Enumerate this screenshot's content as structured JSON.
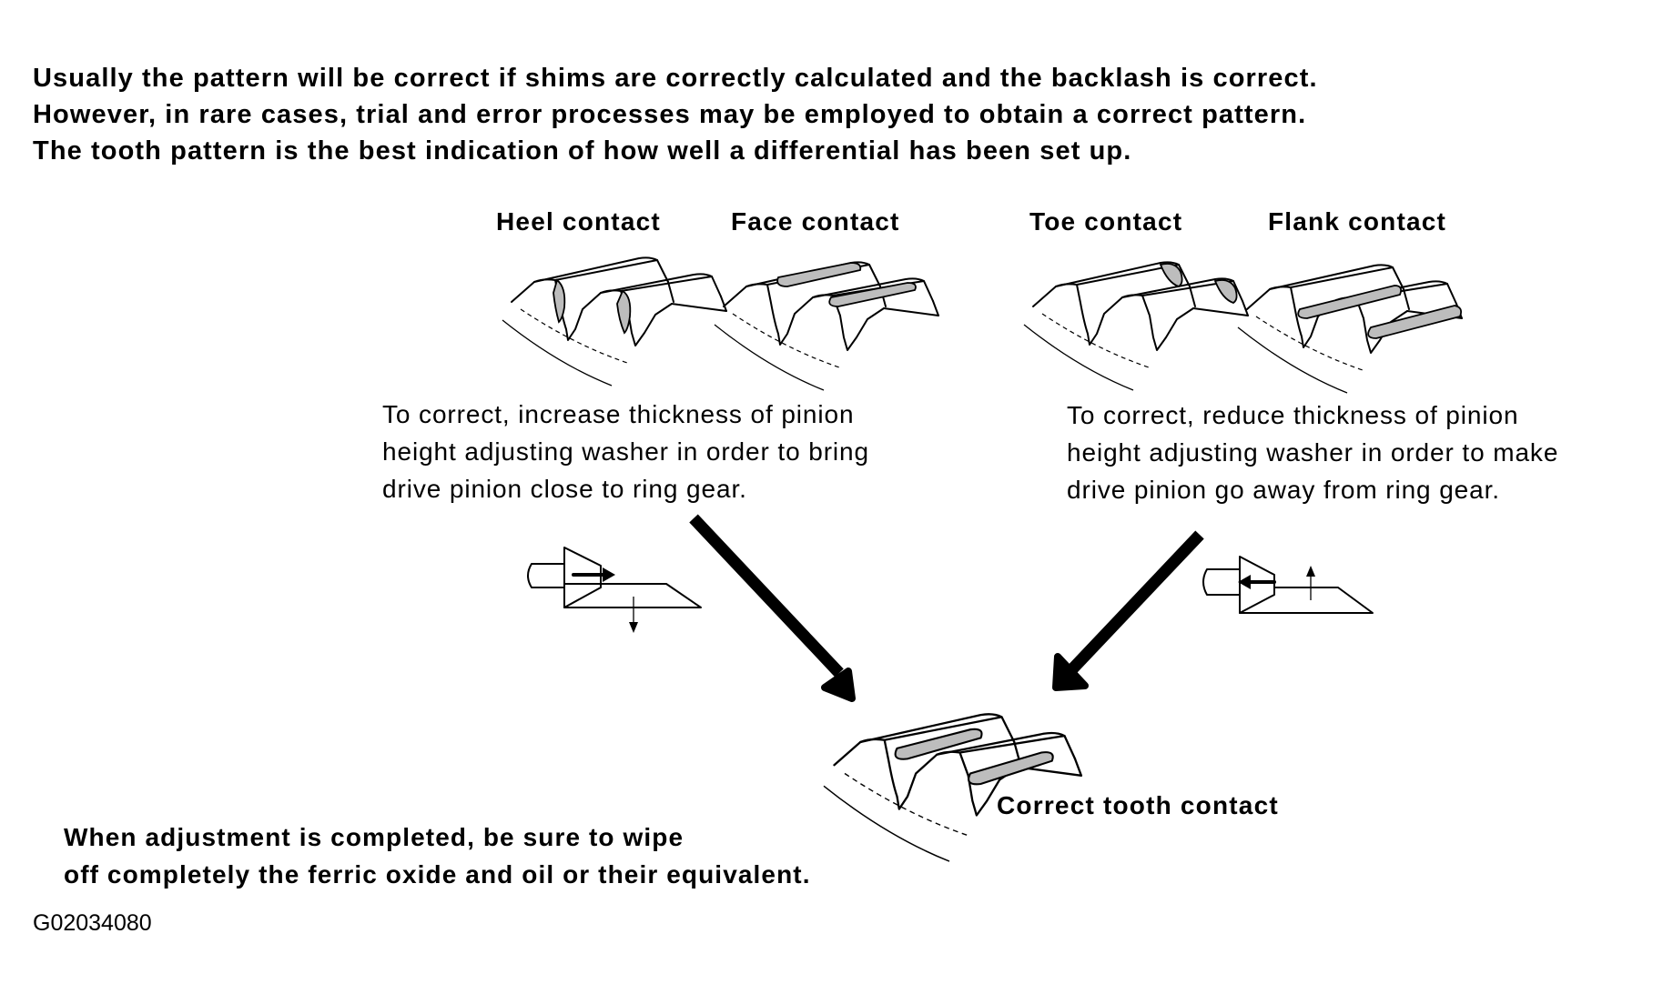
{
  "intro": [
    "Usually the pattern will be correct if shims are correctly calculated and the backlash is correct.",
    "However, in rare cases, trial and error processes may be employed to obtain a correct pattern.",
    "The tooth pattern is the best indication of how well a differential has been set up."
  ],
  "labels": {
    "heel": "Heel contact",
    "face": "Face contact",
    "toe": "Toe contact",
    "flank": "Flank contact",
    "correct": "Correct tooth contact"
  },
  "left_instruction": [
    "To correct, increase thickness of pinion",
    "height adjusting washer in order to bring",
    "drive pinion close to ring gear."
  ],
  "right_instruction": [
    "To correct, reduce thickness of pinion",
    "height adjusting washer in order to make",
    "drive pinion go away from ring gear."
  ],
  "note": [
    "When adjustment is completed, be sure to wipe",
    "off completely the ferric oxide and oil or their equivalent."
  ],
  "figure_code": "G02034080"
}
